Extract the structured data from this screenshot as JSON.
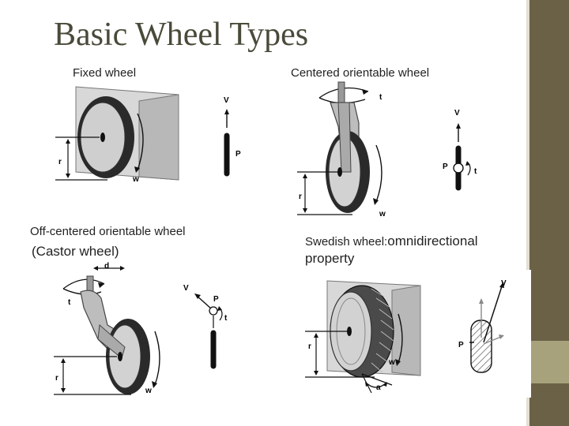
{
  "slide": {
    "title": "Basic Wheel Types",
    "wheels": [
      {
        "caption": "Fixed wheel",
        "labels": {
          "r": "r",
          "w": "w",
          "v": "V",
          "p": "P"
        }
      },
      {
        "caption": "Centered orientable wheel",
        "labels": {
          "t": "t",
          "r": "r",
          "w": "w",
          "v": "V",
          "p": "P",
          "t2": "t"
        }
      },
      {
        "caption": "Off-centered orientable wheel",
        "caption2": "(Castor wheel)",
        "labels": {
          "d": "d",
          "t": "t",
          "r": "r",
          "w": "w",
          "v": "V",
          "p": "P",
          "t2": "t"
        }
      },
      {
        "caption": "Swedish wheel:",
        "caption_tail": "omnidirectional",
        "caption2": "property",
        "labels": {
          "r": "r",
          "w": "w",
          "a": "a",
          "v": "V",
          "p": "P"
        }
      }
    ]
  },
  "colors": {
    "bar_dark": "#6b6147",
    "bar_accent": "#a7a27b",
    "title": "#4a4a3a"
  }
}
